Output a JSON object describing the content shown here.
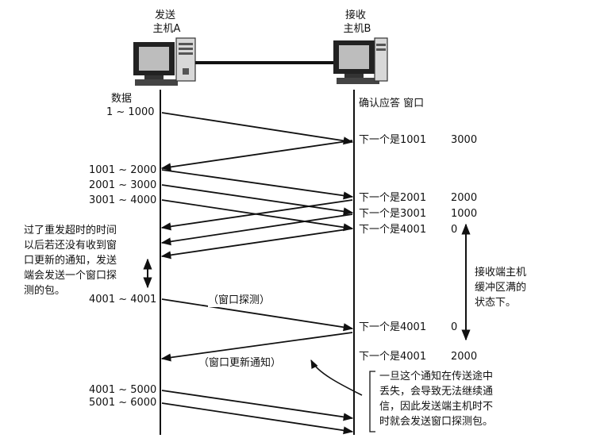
{
  "host_a": {
    "line1": "发送",
    "line2": "主机A"
  },
  "host_b": {
    "line1": "接收",
    "line2": "主机B"
  },
  "data_header": "数据",
  "ack_header": "确认应答 窗口",
  "sends": [
    {
      "label": "1 ~ 1000"
    },
    {
      "label": "1001 ~ 2000"
    },
    {
      "label": "2001 ~ 3000"
    },
    {
      "label": "3001 ~ 4000"
    },
    {
      "label": "4001 ~ 4001"
    },
    {
      "label": "4001 ~ 5000"
    },
    {
      "label": "5001 ~ 6000"
    }
  ],
  "acks": [
    {
      "next": "下一个是1001",
      "window": "3000"
    },
    {
      "next": "下一个是2001",
      "window": "2000"
    },
    {
      "next": "下一个是3001",
      "window": "1000"
    },
    {
      "next": "下一个是4001",
      "window": "0"
    },
    {
      "next": "下一个是4001",
      "window": "0"
    },
    {
      "next": "下一个是4001",
      "window": "2000"
    }
  ],
  "probe_label": "（窗口探测）",
  "update_label": "（窗口更新通知）",
  "timeout_note": {
    "line1": "过了重发超时的时间",
    "line2": "以后若还没有收到窗",
    "line3": "口更新的通知，发送",
    "line4": "端会发送一个窗口探",
    "line5": "测的包。"
  },
  "buffer_note": {
    "line1": "接收端主机",
    "line2": "缓冲区满的",
    "line3": "状态下。"
  },
  "loss_note": {
    "line1": "一旦这个通知在传送途中",
    "line2": "丢失，会导致无法继续通",
    "line3": "信，因此发送端主机时不",
    "line4": "时就会发送窗口探测包。"
  }
}
